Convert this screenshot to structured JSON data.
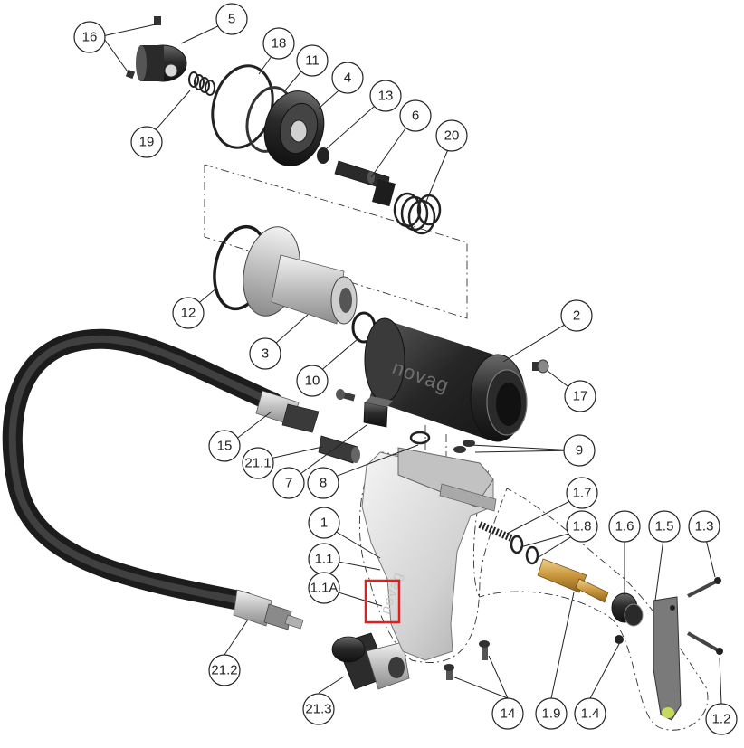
{
  "diagram": {
    "brand_text": "novag",
    "highlight_color": "#e02020",
    "callouts": [
      "1",
      "1.1",
      "1.1A",
      "1.2",
      "1.3",
      "1.4",
      "1.5",
      "1.6",
      "1.7",
      "1.8",
      "1.9",
      "2",
      "3",
      "4",
      "5",
      "6",
      "7",
      "8",
      "9",
      "10",
      "11",
      "12",
      "13",
      "14",
      "15",
      "16",
      "17",
      "18",
      "19",
      "20",
      "21.1",
      "21.2",
      "21.3"
    ]
  }
}
